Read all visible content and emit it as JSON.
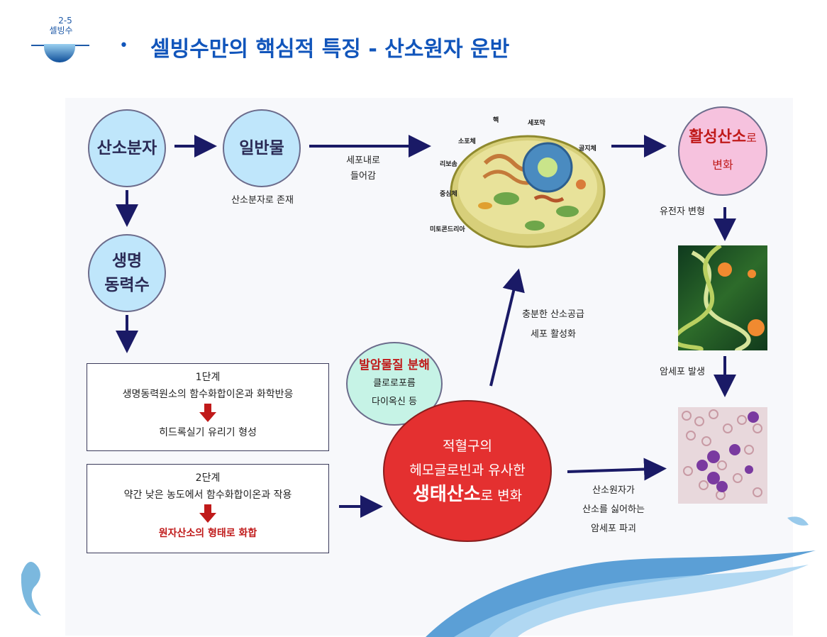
{
  "header": {
    "badge_number": "2-5",
    "badge_name": "셀빙수",
    "bullet": "•",
    "title": "셀빙수만의 핵심적 특징 - 산소원자 운반"
  },
  "nodes": {
    "oxygen_molecule": "산소분자",
    "normal_water": "일반물",
    "normal_water_caption": "산소분자로 존재",
    "life_water_line1": "생명",
    "life_water_line2": "동력수",
    "into_cell_line1": "세포내로",
    "into_cell_line2": "들어감",
    "active_oxygen_highlight": "활성산소",
    "active_oxygen_suffix": "로",
    "active_oxygen_line2": "변화",
    "gene_mutation": "유전자 변형",
    "cancer_occurrence": "암세포 발생",
    "sufficient_oxygen_line1": "충분한 산소공급",
    "sufficient_oxygen_line2": "세포 활성화",
    "carcinogen_title": "발암물질 분해",
    "carcinogen_line2": "클로로포름",
    "carcinogen_line3": "다이옥신 등",
    "rbc_line1": "적혈구의",
    "rbc_line2": "헤모글로빈과 유사한",
    "rbc_highlight": "생태산소",
    "rbc_suffix": "로 변화",
    "destroy_line1": "산소원자가",
    "destroy_line2": "산소를 싫어하는",
    "destroy_line3": "암세포 파괴"
  },
  "step1": {
    "title": "1단계",
    "desc": "생명동력원소의 함수화합이온과 화학반응",
    "result": "히드록실기 유리기 형성"
  },
  "step2": {
    "title": "2단계",
    "desc": "약간 낮은 농도에서 함수화합이온과 작용",
    "result": "원자산소의 형태로 화합"
  },
  "cell_labels": {
    "nucleus": "핵",
    "membrane": "세포막",
    "er": "소포체",
    "ribosome": "리보솜",
    "golgi": "골지체",
    "centriole": "중심체",
    "mitochondria": "미토콘드리아"
  },
  "colors": {
    "title": "#1155bb",
    "arrow": "#1a1a66",
    "circle_blue": "#bfe6fb",
    "circle_pink": "#f6c2de",
    "circle_mint": "#c6f3e6",
    "circle_red": "#e43030",
    "accent_red": "#c01a1a"
  }
}
